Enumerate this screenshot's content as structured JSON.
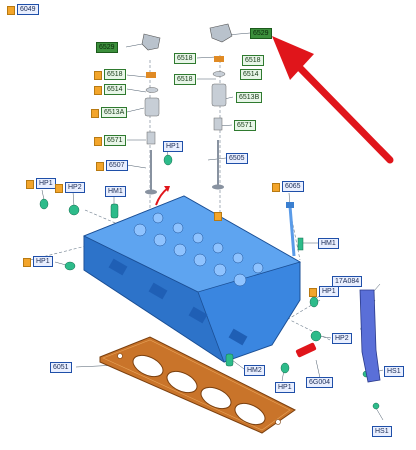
{
  "labels": {
    "p6049": "6049",
    "p6529a": "6529",
    "p6529b": "6529",
    "p6518a": "6518",
    "p6518b": "6518",
    "p6518c": "6518",
    "p6518d": "6518",
    "p6514a": "6514",
    "p6514b": "6514",
    "p6513a": "6513A",
    "p6513b": "6513B",
    "p6571a": "6571",
    "p6571b": "6571",
    "p6507": "6507",
    "p6505": "6505",
    "hp1a": "HP1",
    "hp1b": "HP1",
    "hp1c": "HP1",
    "hp1d": "HP1",
    "hp1e": "HP1",
    "hp2a": "HP2",
    "hp2b": "HP2",
    "hm1a": "HM1",
    "hm1b": "HM1",
    "hm2": "HM2",
    "p6065": "6065",
    "p17a084": "17A084",
    "p6051": "6051",
    "p6g004": "6G004",
    "hs1a": "HS1",
    "hs1b": "HS1"
  },
  "colors": {
    "head": "#3a86e0",
    "gasket": "#c9742a",
    "arrow": "#e0151b",
    "clip": "#2dbb8a"
  }
}
